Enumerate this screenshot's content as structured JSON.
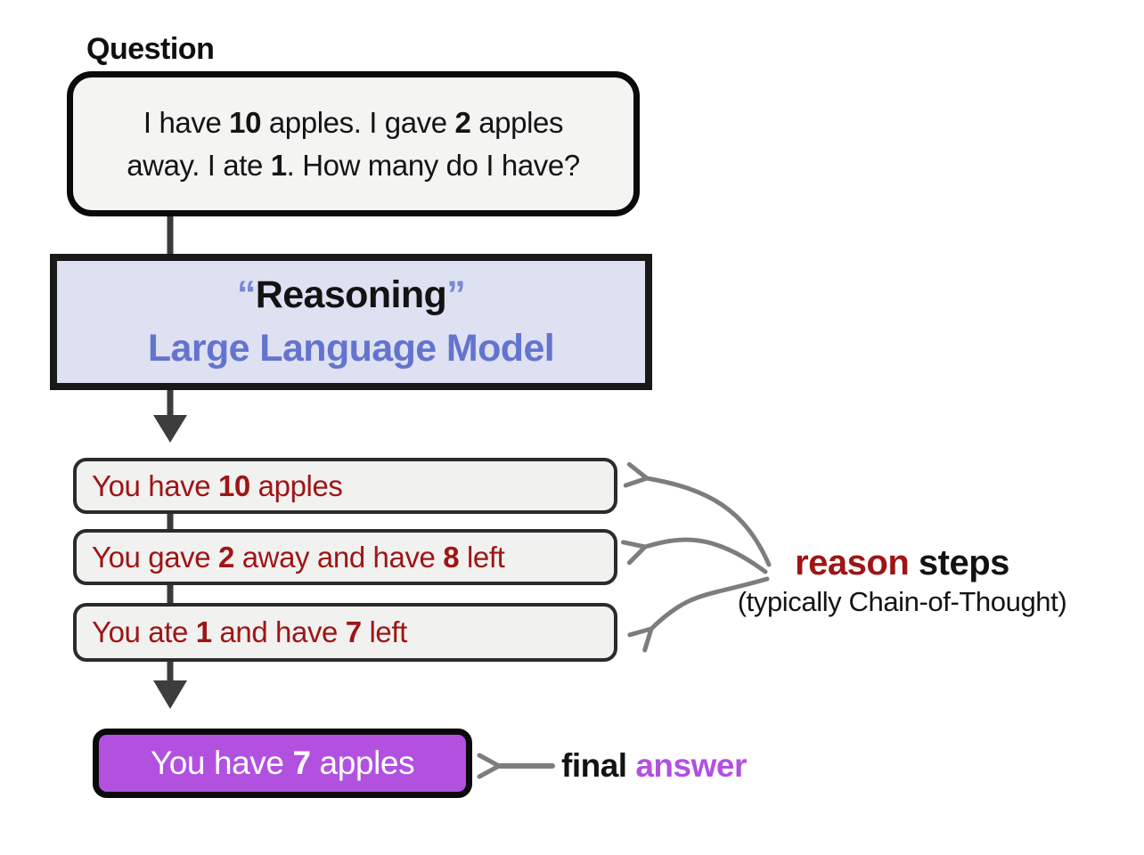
{
  "colors": {
    "background": "#ffffff",
    "gray_box_fill": "#f2f2f1",
    "llm_box_fill": "#dee1f2",
    "llm_blue": "#6474ce",
    "quote_blue": "#7b87d8",
    "step_red": "#9e1515",
    "final_purple": "#b250e0",
    "arrow_gray": "#7d7d7d",
    "arrow_dark": "#3d3d3d",
    "border_black": "#0a0a0a"
  },
  "question": {
    "label": "Question",
    "segments": [
      {
        "t": "I have "
      },
      {
        "t": "10",
        "b": true
      },
      {
        "t": " apples. I gave "
      },
      {
        "t": "2",
        "b": true
      },
      {
        "t": " apples\naway. I ate "
      },
      {
        "t": "1",
        "b": true
      },
      {
        "t": ". How many do I have?"
      }
    ]
  },
  "llm": {
    "line1": [
      {
        "t": "“",
        "b": true,
        "c": "#7b87d8"
      },
      {
        "t": "Reasoning",
        "b": true,
        "c": "#131313"
      },
      {
        "t": "”",
        "b": true,
        "c": "#7b87d8"
      }
    ],
    "line2": [
      {
        "t": "Large Language Model",
        "b": true,
        "c": "#6474ce"
      }
    ]
  },
  "steps": [
    {
      "segments": [
        {
          "t": "You have "
        },
        {
          "t": "10",
          "b": true
        },
        {
          "t": " apples"
        }
      ]
    },
    {
      "segments": [
        {
          "t": "You gave "
        },
        {
          "t": "2",
          "b": true
        },
        {
          "t": " away and have "
        },
        {
          "t": "8",
          "b": true
        },
        {
          "t": " left"
        }
      ]
    },
    {
      "segments": [
        {
          "t": "You ate "
        },
        {
          "t": "1",
          "b": true
        },
        {
          "t": " and have "
        },
        {
          "t": "7",
          "b": true
        },
        {
          "t": " left"
        }
      ]
    }
  ],
  "annotations": {
    "reason_steps": {
      "line1": [
        {
          "t": "reason ",
          "b": true,
          "c": "#9e1515"
        },
        {
          "t": "steps",
          "b": true,
          "c": "#131313"
        }
      ],
      "line2": "(typically Chain-of-Thought)"
    },
    "final_answer": [
      {
        "t": "final ",
        "b": true,
        "c": "#131313"
      },
      {
        "t": "answer",
        "b": true,
        "c": "#b250e0"
      }
    ]
  },
  "final_box": {
    "segments": [
      {
        "t": "You have "
      },
      {
        "t": "7",
        "b": true
      },
      {
        "t": " apples"
      }
    ]
  }
}
